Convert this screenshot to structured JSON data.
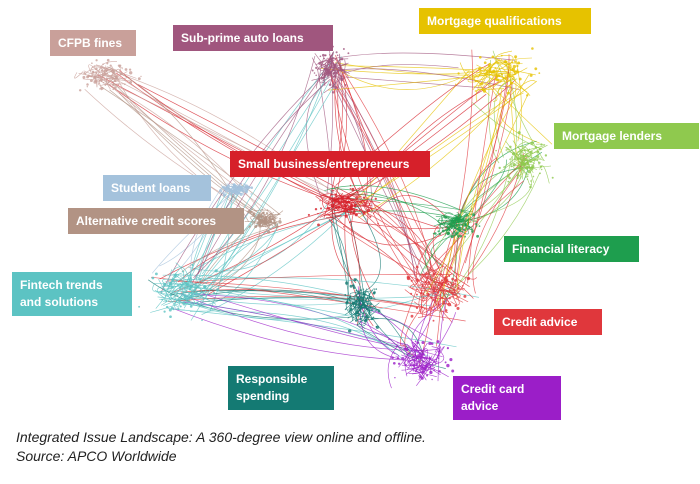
{
  "topics": [
    {
      "id": "cfpb",
      "text": "CFPB fines",
      "color": "#c9a09a"
    },
    {
      "id": "subprime",
      "text": "Sub-prime auto loans",
      "color": "#a0567e"
    },
    {
      "id": "mortgage-qual",
      "text": "Mortgage qualifications",
      "color": "#e6c200"
    },
    {
      "id": "mortgage-lenders",
      "text": "Mortgage lenders",
      "color": "#8fc94e"
    },
    {
      "id": "small-business",
      "text": "Small business/entrepreneurs",
      "color": "#d6202a"
    },
    {
      "id": "student-loans",
      "text": "Student loans",
      "color": "#a4c2dc"
    },
    {
      "id": "alt-credit",
      "text": "Alternative credit scores",
      "color": "#b29384"
    },
    {
      "id": "financial-literacy",
      "text": "Financial literacy",
      "color": "#1e9e4e"
    },
    {
      "id": "fintech",
      "text": "Fintech trends and solutions",
      "line1": "Fintech trends",
      "line2": "and solutions",
      "color": "#5cc3c3"
    },
    {
      "id": "credit-advice",
      "text": "Credit advice",
      "color": "#e0373c"
    },
    {
      "id": "responsible",
      "text": "Responsible spending",
      "line1": "Responsible",
      "line2": "spending",
      "color": "#147a73"
    },
    {
      "id": "credit-card",
      "text": "Credit card advice",
      "line1": "Credit card",
      "line2": "advice",
      "color": "#9b1ec8"
    }
  ],
  "caption": {
    "line1": "Integrated Issue Landscape: A 360-degree view online and offline.",
    "line2": "Source: APCO Worldwide"
  }
}
